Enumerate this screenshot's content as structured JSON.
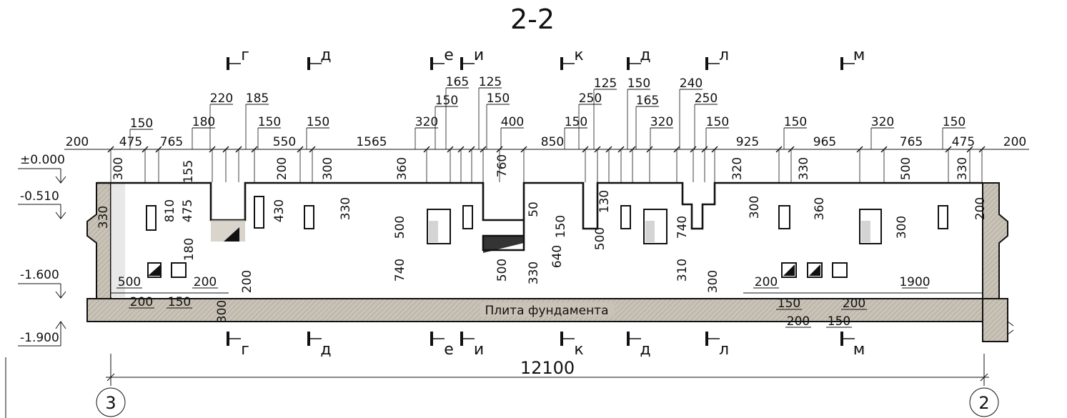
{
  "title": "2-2",
  "levels": [
    "±0.000",
    "-0.510",
    "-1.600",
    "-1.900"
  ],
  "slab_label": "Плита фундамента",
  "axes": [
    "3",
    "2"
  ],
  "overall_dimension": "12100",
  "section_marks": [
    "г",
    "д",
    "е",
    "и",
    "к",
    "д",
    "л",
    "м"
  ],
  "dims_top_chain": [
    "200",
    "475",
    "765",
    "550",
    "1565",
    "850",
    "925",
    "965",
    "765",
    "475",
    "200"
  ],
  "dims_top_upper": [
    "150",
    "180",
    "220",
    "185",
    "150",
    "150",
    "320",
    "150",
    "165",
    "125",
    "150",
    "400",
    "150",
    "250",
    "125",
    "150",
    "165",
    "320",
    "240",
    "250",
    "150",
    "150",
    "320",
    "150"
  ],
  "dims_vertical": [
    "300",
    "155",
    "810",
    "475",
    "180",
    "330",
    "200",
    "430",
    "300",
    "330",
    "360",
    "500",
    "740",
    "300",
    "760",
    "50",
    "150",
    "640",
    "330",
    "500",
    "130",
    "500",
    "740",
    "310",
    "320",
    "300",
    "330",
    "360",
    "500",
    "300",
    "330",
    "200",
    "200",
    "300"
  ],
  "dims_bottom_left": [
    "500",
    "200",
    "150",
    "200"
  ],
  "dims_bottom_right": [
    "200",
    "150",
    "200",
    "200",
    "150",
    "1900"
  ],
  "colors": {
    "line": "#111111",
    "concrete": "#c9c2b6",
    "hatch": "#9e978b",
    "window": "#d9d9d9"
  }
}
